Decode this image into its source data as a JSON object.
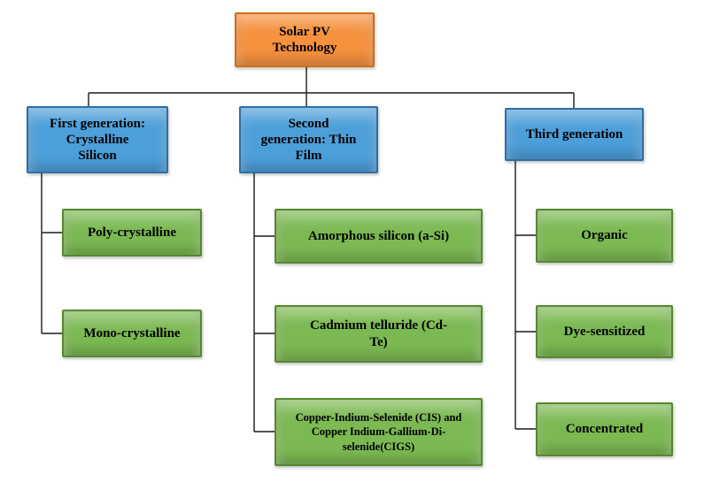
{
  "root": {
    "label": "Solar PV Technology"
  },
  "branches": [
    {
      "label": "First generation: Crystalline Silicon",
      "children": [
        {
          "label": "Poly-crystalline"
        },
        {
          "label": "Mono-crystalline"
        }
      ]
    },
    {
      "label": "Second generation: Thin Film",
      "children": [
        {
          "label": "Amorphous silicon (a-Si)"
        },
        {
          "label": "Cadmium telluride (Cd-Te)"
        },
        {
          "label": "Copper-Indium-Selenide (CIS) and Copper Indium-Gallium-Di-selenide(CIGS)"
        }
      ]
    },
    {
      "label": "Third generation",
      "children": [
        {
          "label": "Organic"
        },
        {
          "label": "Dye-sensitized"
        },
        {
          "label": "Concentrated"
        }
      ]
    }
  ],
  "colors": {
    "root_fill": "#F6913E",
    "root_border": "#D26D12",
    "branch_fill": "#4D9FDA",
    "branch_border": "#2C6FA8",
    "leaf_fill": "#7CB953",
    "leaf_border": "#55882F",
    "line": "#1a1a1a"
  }
}
